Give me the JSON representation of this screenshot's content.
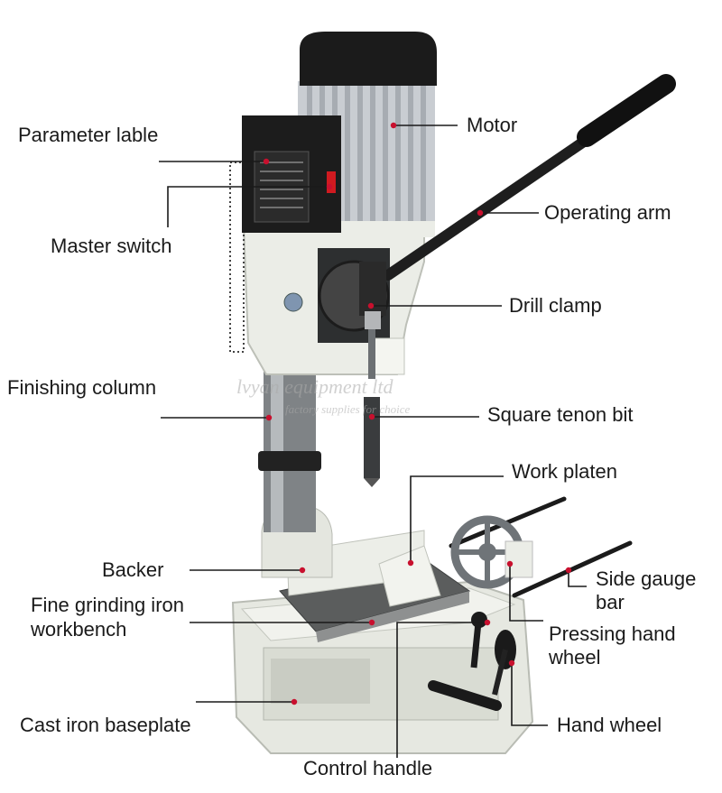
{
  "labels": {
    "motor": "Motor",
    "parameter_label": "Parameter lable",
    "master_switch": "Master switch",
    "operating_arm": "Operating arm",
    "drill_clamp": "Drill clamp",
    "finishing_column": "Finishing column",
    "square_tenon_bit": "Square tenon bit",
    "work_platen": "Work platen",
    "backer": "Backer",
    "workbench_line1": "Fine grinding iron",
    "workbench_line2": "workbench",
    "side_gauge_line1": "Side gauge",
    "side_gauge_line2": "bar",
    "pressing_line1": "Pressing hand",
    "pressing_line2": "wheel",
    "cast_iron_baseplate": "Cast iron baseplate",
    "hand_wheel": "Hand wheel",
    "control_handle": "Control handle"
  },
  "watermark": {
    "line1": "lvyan equipment ltd",
    "line2": "factory supplies for choice"
  },
  "colors": {
    "body": "#e9ebe4",
    "motor_cap": "#1b1b1b",
    "motor_fins": "#c9cdd2",
    "leader_line": "#1a1a1a",
    "marker_dot": "#c8102e"
  }
}
